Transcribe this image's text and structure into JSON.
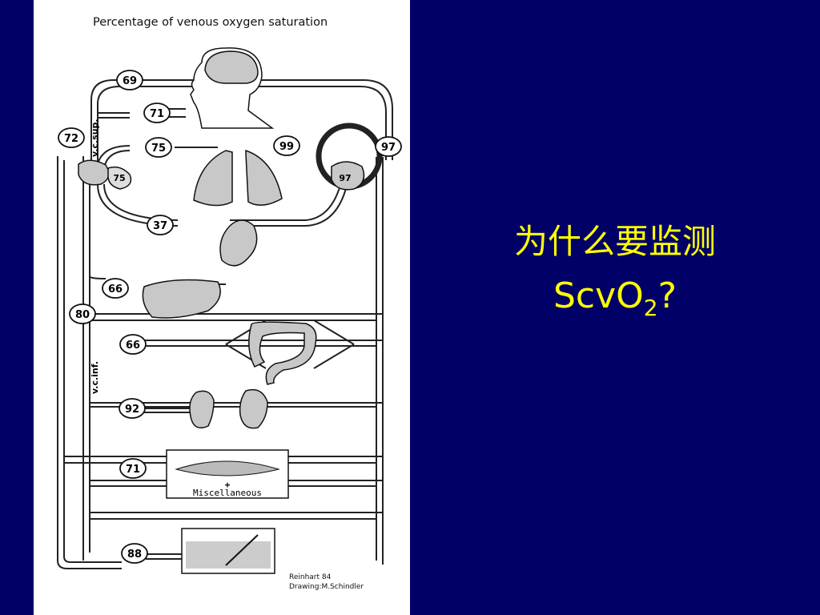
{
  "slide": {
    "heading_line1": "为什么要监测",
    "heading_line2_main": "ScvO",
    "heading_line2_sub": "2",
    "heading_line2_end": "?",
    "background_color": "#000066",
    "heading_color": "#ffff00"
  },
  "diagram": {
    "title": "Percentage of venous oxygen saturation",
    "label_vc_sup": "v.c.sup.",
    "label_vc_inf": "v.c.inf.",
    "misc_plus": "+",
    "misc_label": "Miscellaneous",
    "credit_line1": "Reinhart 84",
    "credit_line2": "Drawing:M.Schindler",
    "values": {
      "brain": "69",
      "head": "71",
      "svc": "72",
      "arm": "75",
      "arm_inner": "75",
      "lung_out": "99",
      "right_out": "97",
      "right_inner": "97",
      "heart": "37",
      "liver": "66",
      "ivc": "80",
      "gut": "66",
      "kidney": "92",
      "muscle": "71",
      "skin": "88"
    }
  }
}
